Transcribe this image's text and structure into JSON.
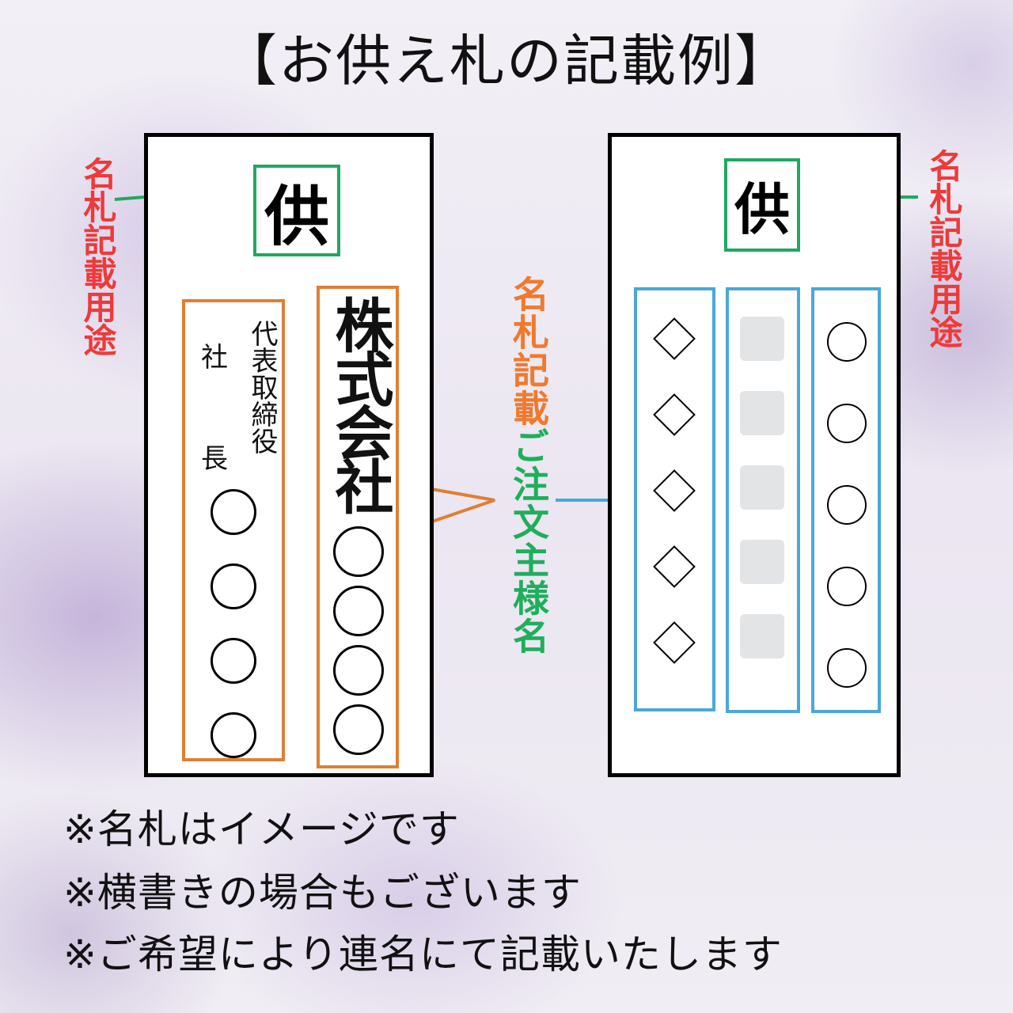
{
  "title": "【お供え札の記載例】",
  "colors": {
    "usage_label": "#ee3a3a",
    "nameplate_label": "#ef7a2e",
    "customer_label": "#1fae5c",
    "usage_box": "#1fa862",
    "example_box": "#e07f33",
    "placeholder_box": "#4aa8d8",
    "card_border": "#000000"
  },
  "left_card": {
    "usage_label": "名札記載用途",
    "top_char": "供",
    "title_col": {
      "line1": "代表取締役",
      "line2_top": "社",
      "line2_bottom": "長",
      "circles": 4
    },
    "company_col": {
      "text": "株式会社",
      "circles": 4
    }
  },
  "center_label": {
    "part1": "名札記載",
    "part2": "ご注文主様名"
  },
  "right_card": {
    "usage_label": "名札記載用途",
    "top_char": "供",
    "columns": [
      {
        "symbol": "diamond-icon",
        "glyph": "◇",
        "count": 5
      },
      {
        "symbol": "gray-block",
        "glyph": "■",
        "count": 5
      },
      {
        "symbol": "circle-icon",
        "glyph": "〇",
        "count": 5
      }
    ]
  },
  "notes": [
    "※名札はイメージです",
    "※横書きの場合もございます",
    "※ご希望により連名にて記載いたします"
  ]
}
